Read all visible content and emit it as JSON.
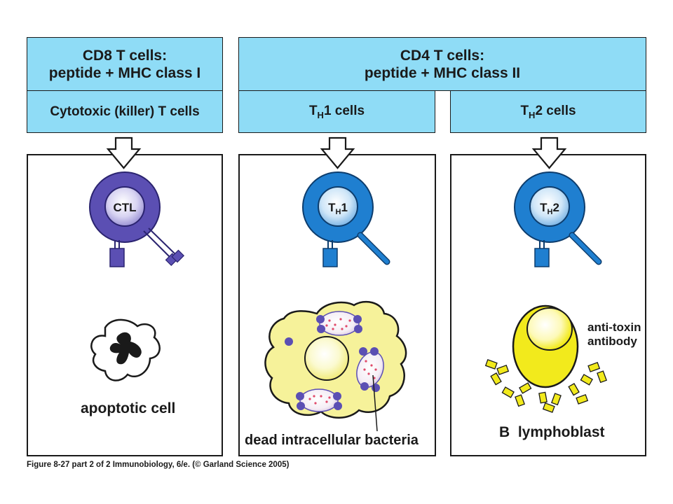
{
  "headers": {
    "cd8": {
      "line1": "CD8 T cells:",
      "line2": "peptide + MHC class I"
    },
    "cd4": {
      "line1": "CD4 T cells:",
      "line2": "peptide + MHC class II"
    },
    "cytotoxic": "Cytotoxic (killer) T cells",
    "th1": {
      "prefix": "T",
      "sub": "H",
      "suffix": "1 cells"
    },
    "th2": {
      "prefix": "T",
      "sub": "H",
      "suffix": "2 cells"
    }
  },
  "cells": {
    "ctl": "CTL",
    "th1": {
      "prefix": "T",
      "sub": "H",
      "suffix": "1"
    },
    "th2": {
      "prefix": "T",
      "sub": "H",
      "suffix": "2"
    }
  },
  "labels": {
    "apoptotic": "apoptotic cell",
    "dead_bacteria": "dead intracellular bacteria",
    "anti_toxin_line1": "anti-toxin",
    "anti_toxin_line2": "antibody",
    "b_lymphoblast": "B  lymphoblast"
  },
  "caption": "Figure 8-27 part 2 of 2  Immunobiology, 6/e. (© Garland Science 2005)",
  "colors": {
    "header_fill": "#8fdcf6",
    "ctl_purple": "#5b4fb3",
    "th_blue": "#1f7fd0",
    "macrophage_yellow": "#f6f29a",
    "lymphoblast_yellow": "#f2ea1c",
    "vacuole_pink": "#e04a6a"
  }
}
